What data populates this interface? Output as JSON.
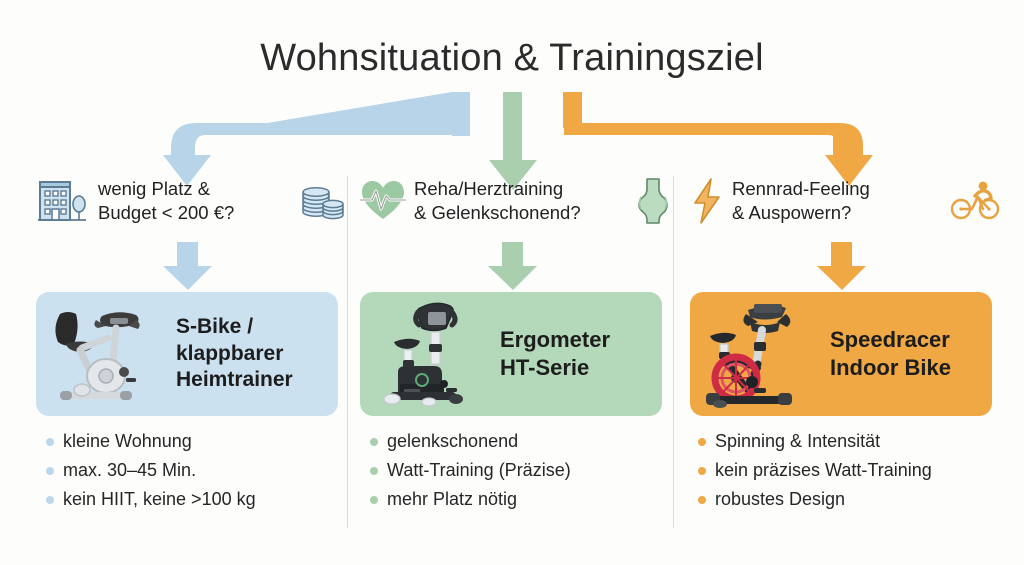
{
  "page": {
    "title": "Wohnsituation & Trainingsziel",
    "background_color": "#fdfdfc"
  },
  "colors": {
    "blue": "#b7d4e8",
    "green": "#a9cfae",
    "orange": "#efa844",
    "card_blue": "#cce1f0",
    "card_green": "#b4d8ba",
    "card_orange": "#efa844",
    "divider": "#dcdcdc",
    "text": "#222222"
  },
  "columns": [
    {
      "id": "budget",
      "accent": "#b7d4e8",
      "question": {
        "text": "wenig Platz &\nBudget < 200 €?",
        "left_icon": "building-icon",
        "right_icon": "coins-icon"
      },
      "card": {
        "label": "S-Bike /\nklappbarer\nHeimtrainer",
        "image": "folding-exercise-bike-photo",
        "background": "#cce1f0"
      },
      "bullets": [
        "kleine Wohnung",
        "max. 30–45 Min.",
        "kein HIIT, keine >100 kg"
      ]
    },
    {
      "id": "reha",
      "accent": "#a9cfae",
      "question": {
        "text": "Reha/Herztraining\n& Gelenkschonend?",
        "left_icon": "heart-pulse-icon",
        "right_icon": "knee-joint-icon"
      },
      "card": {
        "label": "Ergometer\nHT-Serie",
        "image": "upright-ergometer-photo",
        "background": "#b4d8ba"
      },
      "bullets": [
        "gelenkschonend",
        "Watt-Training (Präzise)",
        "mehr Platz nötig"
      ]
    },
    {
      "id": "performance",
      "accent": "#efa844",
      "question": {
        "text": "Rennrad-Feeling\n& Auspowern?",
        "left_icon": "lightning-bolt-icon",
        "right_icon": "cyclist-icon"
      },
      "card": {
        "label": "Speedracer\nIndoor Bike",
        "image": "spinning-indoor-bike-photo",
        "background": "#efa844"
      },
      "bullets": [
        "Spinning & Intensität",
        "kein präzises Watt-Training",
        "robustes Design"
      ]
    }
  ],
  "connectors": [
    {
      "name": "connector-to-budget",
      "color": "#b7d4e8",
      "shape": "elbow-left"
    },
    {
      "name": "connector-to-reha",
      "color": "#a9cfae",
      "shape": "straight-down"
    },
    {
      "name": "connector-to-performance",
      "color": "#efa844",
      "shape": "elbow-right"
    }
  ]
}
